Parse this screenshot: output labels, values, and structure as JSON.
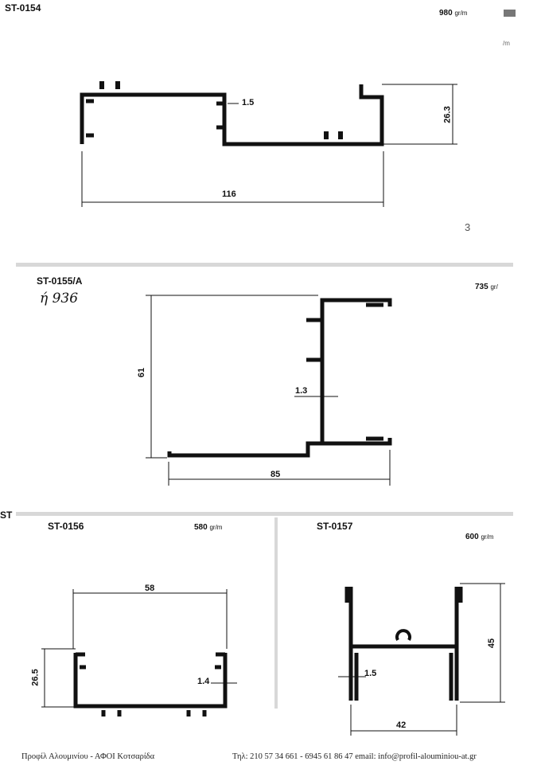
{
  "profiles": [
    {
      "code": "ST-0154",
      "weight": "980",
      "unit": "gr/m",
      "unit_note": "/m",
      "dims": {
        "wall": "1.5",
        "height": "26.3",
        "width": "116"
      },
      "page_mark": "3"
    },
    {
      "code": "ST-0155/A",
      "handwritten": "ή 936",
      "weight": "735",
      "unit": "gr/",
      "dims": {
        "height": "61",
        "wall": "1.3",
        "width": "85"
      }
    },
    {
      "code": "ST-0156",
      "weight": "580",
      "unit": "gr/m",
      "dims": {
        "width": "58",
        "height": "26.5",
        "wall": "1.4"
      }
    },
    {
      "code": "ST-0157",
      "weight": "600",
      "unit": "gr/m",
      "dims": {
        "height": "45",
        "wall": "1.5",
        "width": "42"
      }
    }
  ],
  "edge_fragment": "ST",
  "footer": {
    "company": "Προφίλ Αλουμινίου - ΑΦΟΙ Κοτσαρίδα",
    "contact": "Τηλ: 210 57 34 661 - 6945 61 86 47  email: info@profil-alouminiou-at.gr"
  }
}
